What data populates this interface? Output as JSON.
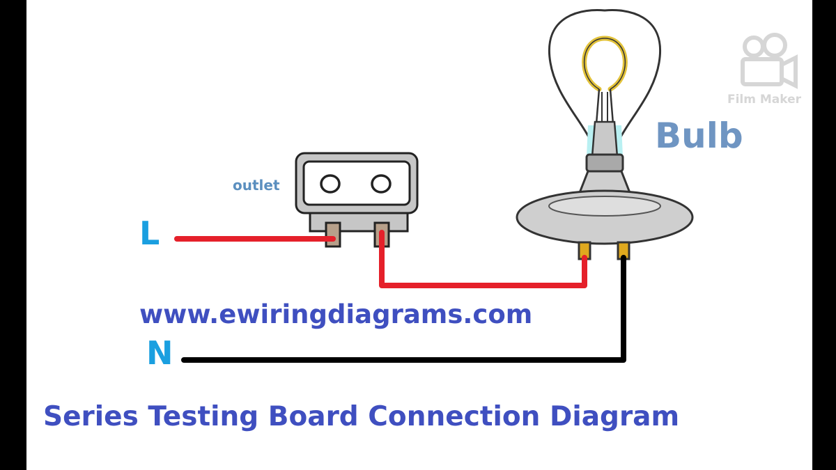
{
  "labels": {
    "live": "L",
    "neutral": "N",
    "outlet": "outlet",
    "bulb": "Bulb",
    "website": "www.ewiringdiagrams.com",
    "title": "Series Testing Board Connection Diagram"
  },
  "watermark": {
    "text": "Film Maker",
    "icon": "film-camera-icon"
  },
  "colors": {
    "background": "#ffffff",
    "frame": "#000000",
    "phase_label": "#1a9fe0",
    "outlet_label": "#5b8fbf",
    "bulb_label": "#6f95c2",
    "text_blue": "#3f4fc0",
    "live_wire": "#e5202a",
    "neutral_wire": "#000000",
    "watermark": "#d6d6d6",
    "glass_tint": "#b9f0f2"
  }
}
